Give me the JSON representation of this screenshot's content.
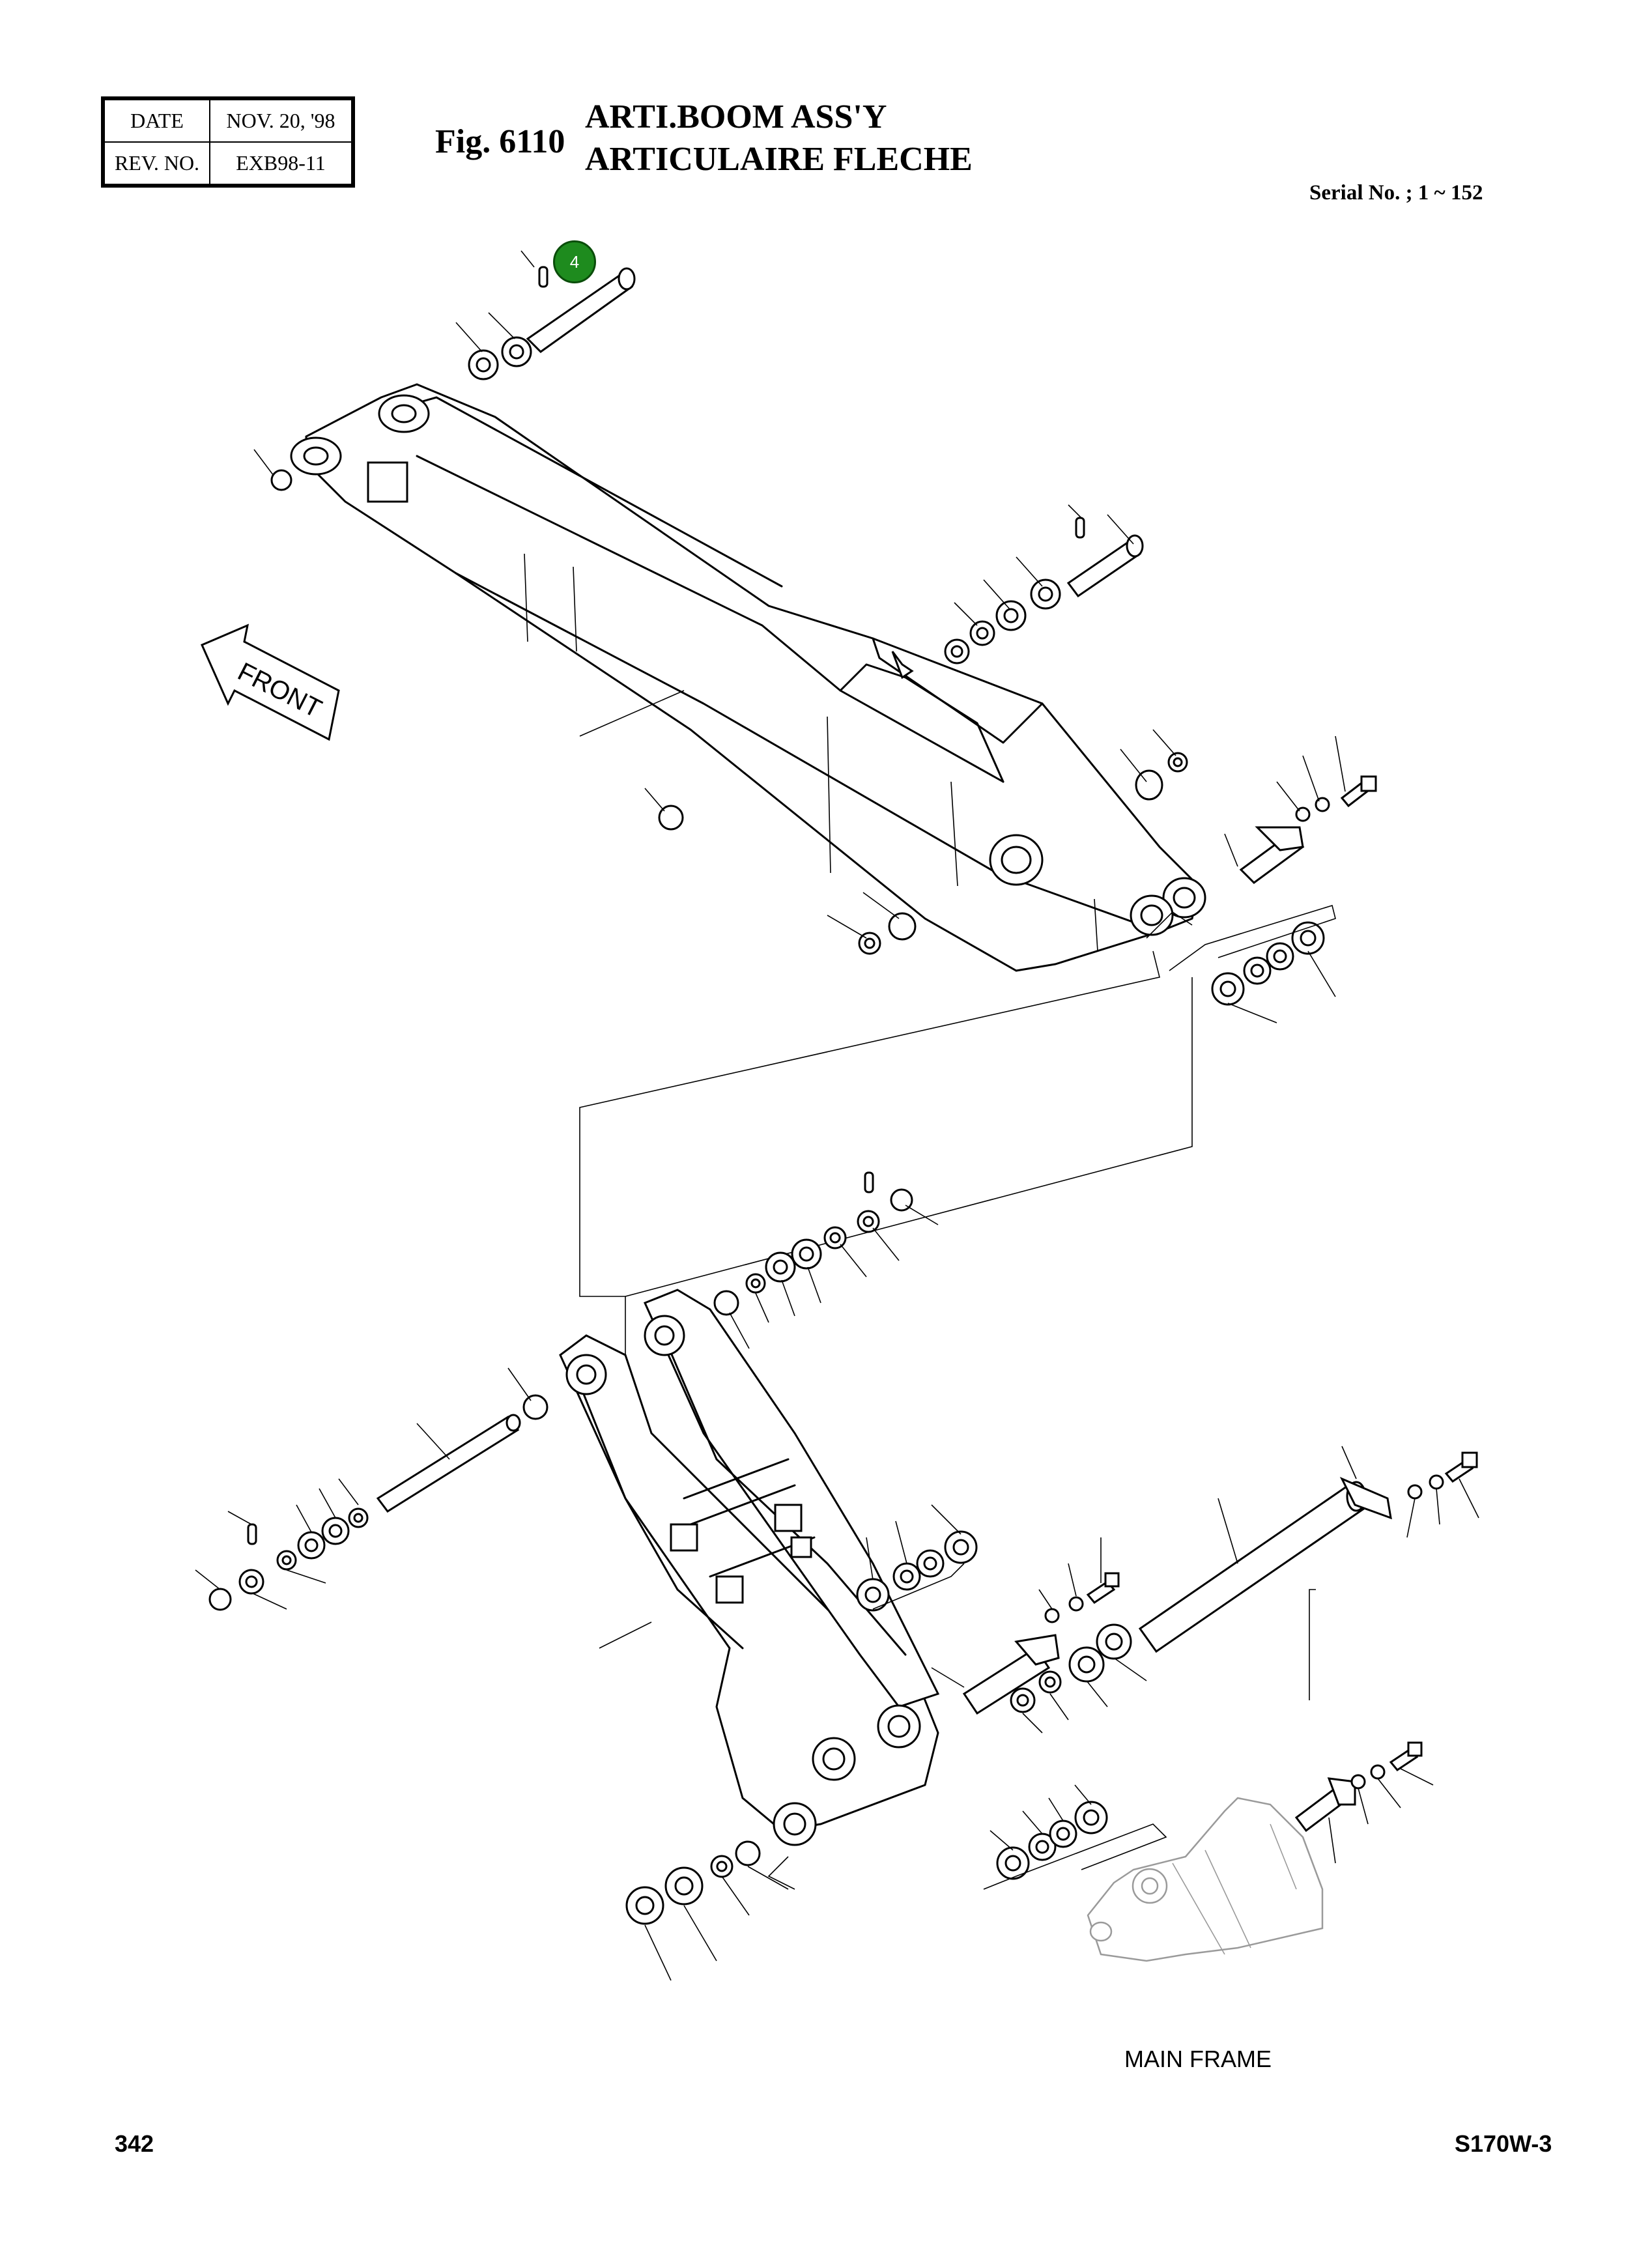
{
  "header": {
    "date_label": "DATE",
    "date_value": "NOV. 20, '98",
    "rev_label": "REV. NO.",
    "rev_value": "EXB98-11",
    "figure": "Fig. 6110",
    "title_en": "ARTI.BOOM ASS'Y",
    "title_fr": "ARTICULAIRE FLECHE",
    "serial": "Serial No. ; 1 ~ 152"
  },
  "callout": {
    "label": "4",
    "color": "#1e8b1e"
  },
  "diagram": {
    "front_label": "FRONT",
    "main_frame_label": "MAIN FRAME"
  },
  "footer": {
    "page_number": "342",
    "model": "S170W-3"
  }
}
